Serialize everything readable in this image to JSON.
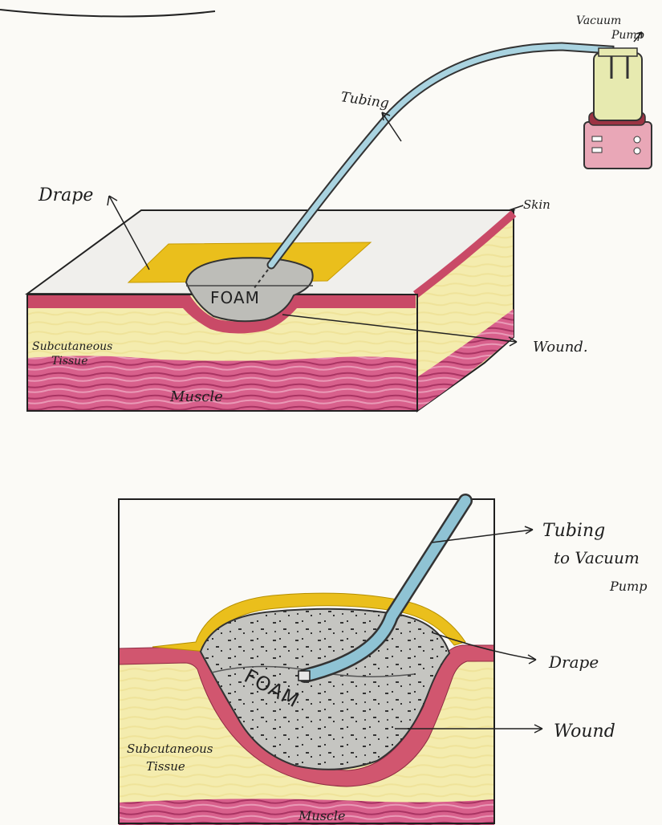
{
  "top_figure": {
    "labels": {
      "vacuum_pump_line1": "Vacuum",
      "vacuum_pump_line2": "Pump",
      "tubing": "Tubing",
      "drape": "Drape",
      "skin": "Skin",
      "foam": "FOAM",
      "subcutaneous_line1": "Subcutaneous",
      "subcutaneous_line2": "Tissue",
      "wound": "Wound.",
      "muscle": "Muscle"
    }
  },
  "bottom_figure": {
    "labels": {
      "tubing_line1": "Tubing",
      "tubing_line2": "to Vacuum",
      "tubing_line3": "Pump",
      "drape": "Drape",
      "foam": "FOAM",
      "wound": "Wound",
      "subcutaneous_line1": "Subcutaneous",
      "subcutaneous_line2": "Tissue",
      "muscle": "Muscle"
    }
  },
  "colors": {
    "skin": "#c94a67",
    "subcutaneous": "#f3ebaa",
    "muscle": "#c64d79",
    "drape": "#e8b800",
    "foam": "#bdbdb8",
    "tubing": "#8fc3d4",
    "top_surface": "#f0efec"
  }
}
